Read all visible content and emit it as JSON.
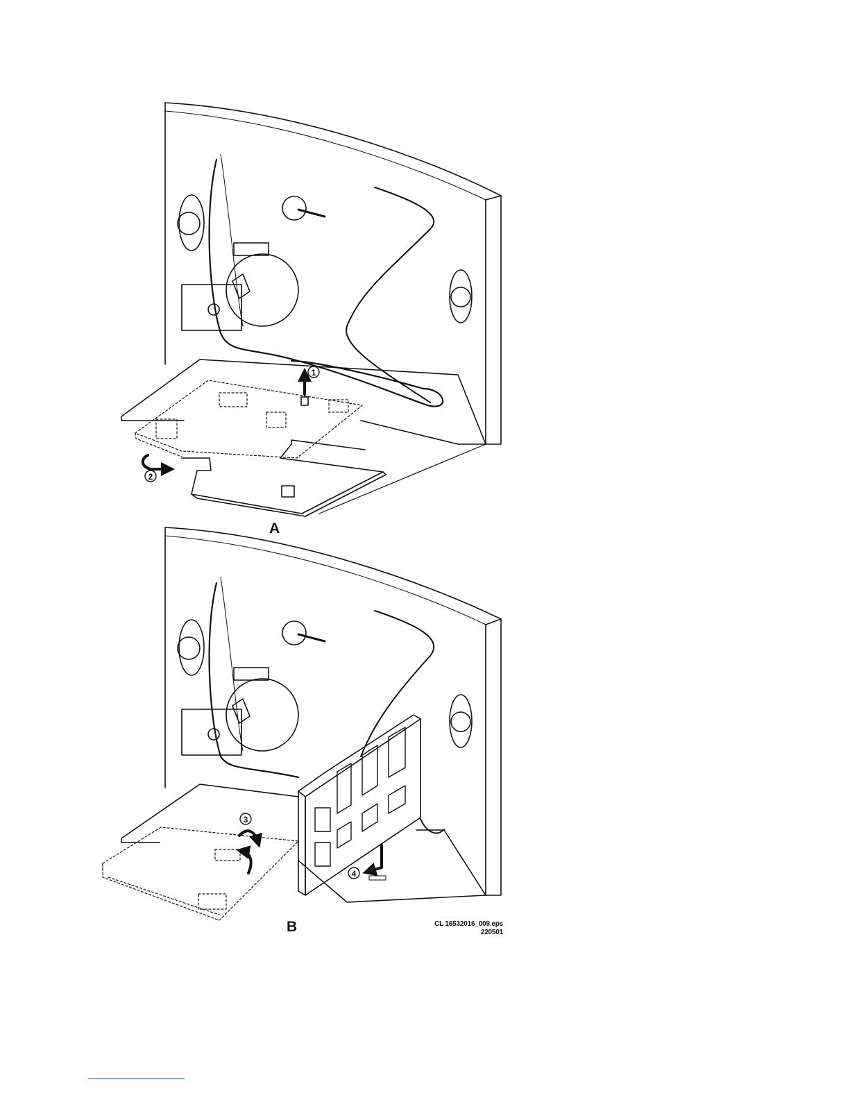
{
  "figure": {
    "panels": [
      {
        "label": "A",
        "steps": [
          "1",
          "2"
        ]
      },
      {
        "label": "B",
        "steps": [
          "3",
          "4"
        ]
      }
    ],
    "file_name": "CL 16532016_009.eps",
    "file_date": "220501"
  },
  "colors": {
    "line": "#111111",
    "background": "#ffffff",
    "footnote_rule": "#3355cc"
  },
  "icons": [
    "step-1-marker-icon",
    "step-2-marker-icon",
    "step-3-marker-icon",
    "step-4-marker-icon",
    "arrow-up-icon",
    "curved-arrow-icon"
  ]
}
